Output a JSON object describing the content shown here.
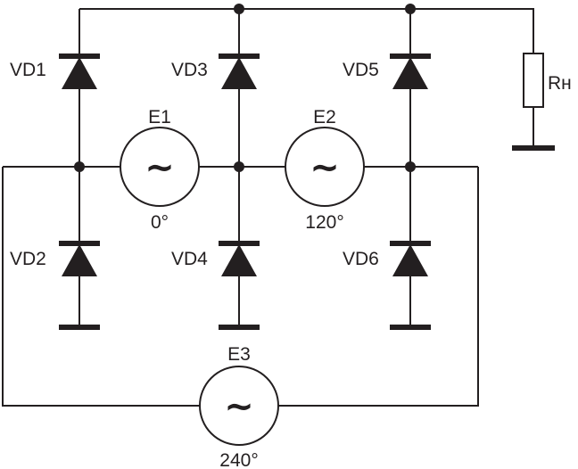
{
  "diagram": {
    "diodes": [
      "VD1",
      "VD2",
      "VD3",
      "VD4",
      "VD5",
      "VD6"
    ],
    "sources": [
      {
        "name": "E1",
        "symbol": "~",
        "phase": "0°"
      },
      {
        "name": "E2",
        "symbol": "~",
        "phase": "120°"
      },
      {
        "name": "E3",
        "symbol": "~",
        "phase": "240°"
      }
    ],
    "load": "Rн"
  }
}
